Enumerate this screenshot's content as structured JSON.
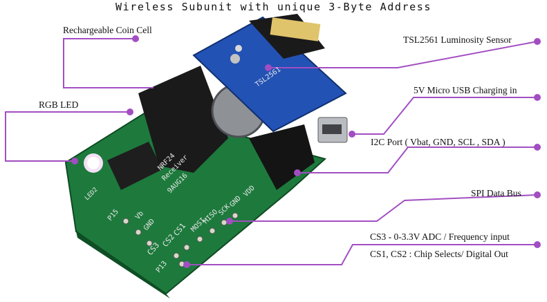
{
  "title": "Wireless Subunit with unique 3-Byte Address",
  "annotations": {
    "coin_cell": "Rechargeable Coin Cell",
    "rgb_led": "RGB LED",
    "tsl2561": "TSL2561 Luminosity Sensor",
    "usb": "5V Micro USB Charging in",
    "i2c": "I2C Port ( Vbat, GND, SCL , SDA )",
    "spi": "SPI Data Bus",
    "cs3": "CS3 - 0-3.3V ADC / Frequency input",
    "cs12": "CS1, CS2 : Chip Selects/ Digital Out"
  },
  "silkscreen": {
    "board_text": [
      "NRF24",
      "Receiver",
      "9AUG16"
    ],
    "pins_right": [
      "VDD",
      "GND",
      "SCK",
      "MISO",
      "MOSI",
      "CS1",
      "CS2",
      "CS3"
    ],
    "pins_left": [
      "P15",
      "Vb",
      "GND",
      "P13"
    ],
    "sensor_chip": "TSL2561",
    "led_label": "LED2"
  },
  "colors": {
    "accent": "#a24ec2",
    "pcb": "#1d7a3c",
    "sensor_board": "#2352b5",
    "header": "#1a1a1a"
  }
}
